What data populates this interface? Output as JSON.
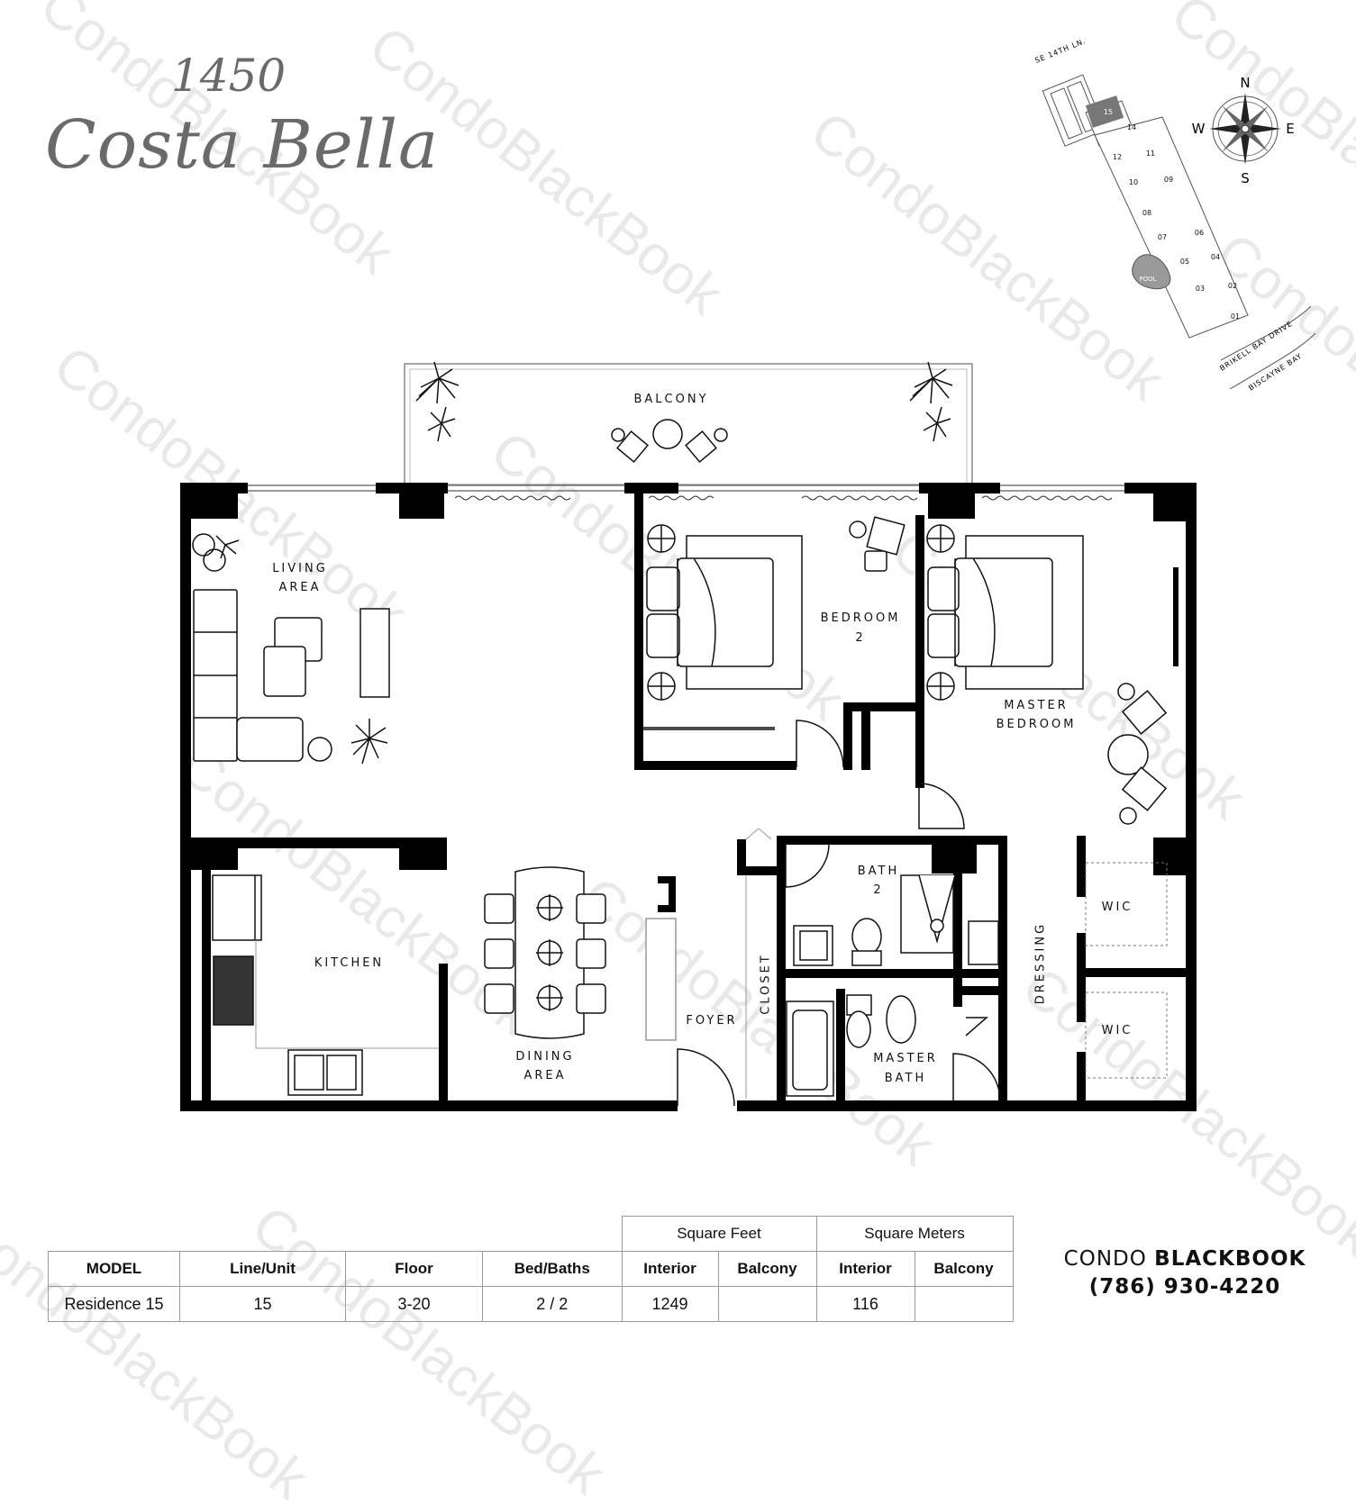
{
  "logo": {
    "number": "1450",
    "name": "Costa Bella"
  },
  "watermark": "CondoBlackBook",
  "rooms": {
    "balcony": "BALCONY",
    "living_1": "LIVING",
    "living_2": "AREA",
    "bedroom2_1": "BEDROOM",
    "bedroom2_2": "2",
    "master_1": "MASTER",
    "master_2": "BEDROOM",
    "kitchen": "KITCHEN",
    "dining_1": "DINING",
    "dining_2": "AREA",
    "foyer": "FOYER",
    "closet": "CLOSET",
    "bath2_1": "BATH",
    "bath2_2": "2",
    "masterbath_1": "MASTER",
    "masterbath_2": "BATH",
    "dressing": "DRESSING",
    "wic1": "WIC",
    "wic2": "WIC"
  },
  "site_map": {
    "street_top": "SE 14TH LN.",
    "street_bottom_1": "BRIKELL BAY DRIVE",
    "street_bottom_2": "BISCAYNE BAY",
    "pool": "POOL",
    "highlighted_unit": "15",
    "units": [
      "14",
      "12",
      "11",
      "10",
      "09",
      "08",
      "07",
      "06",
      "05",
      "04",
      "03",
      "02",
      "01"
    ],
    "compass": {
      "n": "N",
      "e": "E",
      "s": "S",
      "w": "W"
    }
  },
  "spec_table": {
    "group_sqft": "Square Feet",
    "group_sqm": "Square Meters",
    "headers": [
      "MODEL",
      "Line/Unit",
      "Floor",
      "Bed/Baths",
      "Interior",
      "Balcony",
      "Interior",
      "Balcony"
    ],
    "row": [
      "Residence 15",
      "15",
      "3-20",
      "2 / 2",
      "1249",
      "",
      "116",
      ""
    ]
  },
  "brand": {
    "name_light": "CONDO",
    "name_bold": "BLACKBOOK",
    "phone": "(786) 930-4220"
  }
}
